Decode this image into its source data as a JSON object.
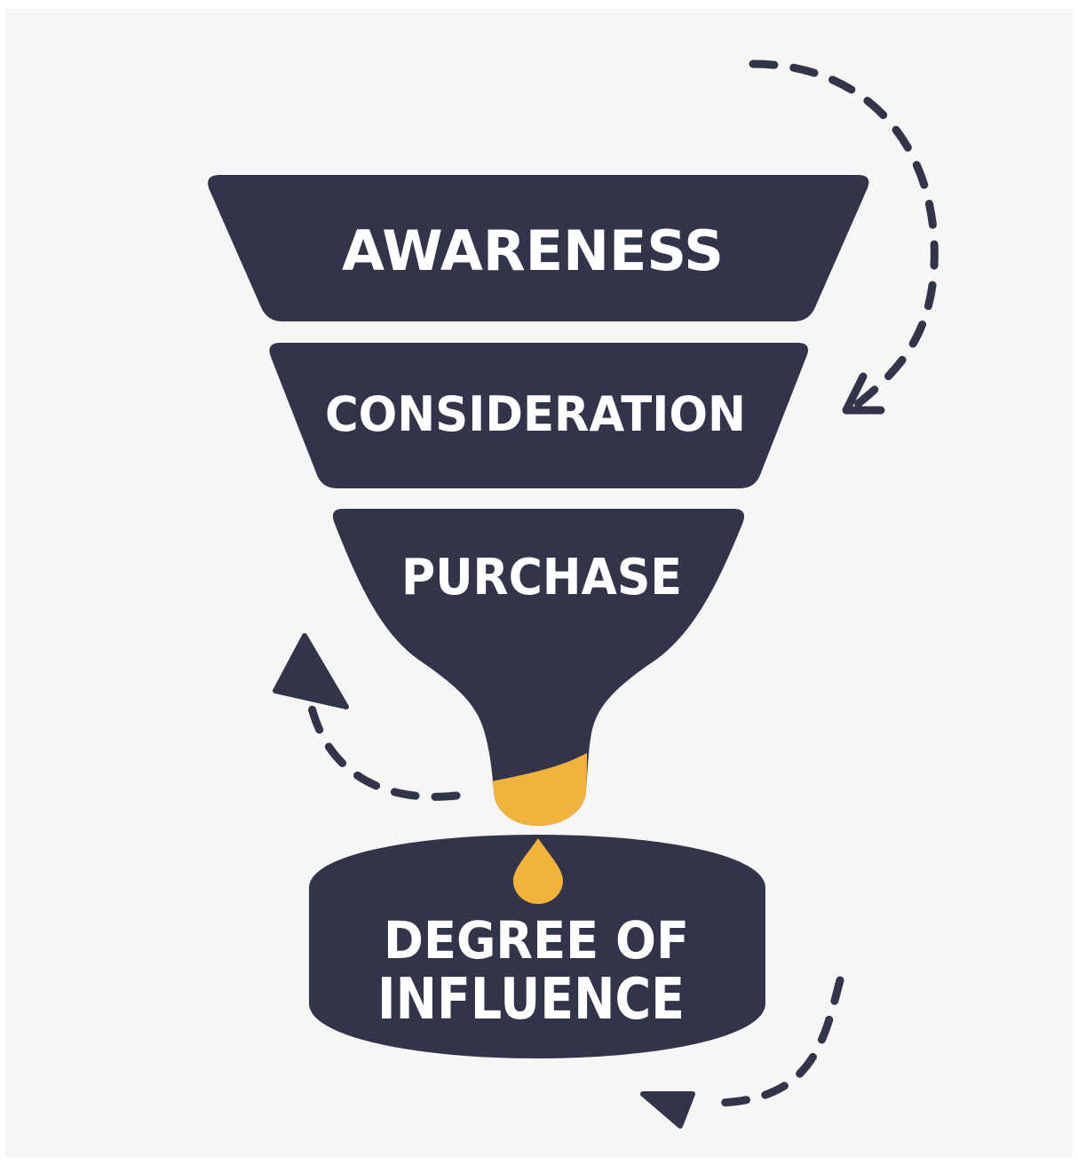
{
  "funnel": {
    "stages": [
      {
        "label": "AWARENESS"
      },
      {
        "label": "CONSIDERATION"
      },
      {
        "label": "PURCHASE"
      }
    ],
    "outcome": {
      "line1": "DEGREE OF",
      "line2": "INFLUENCE"
    }
  },
  "colors": {
    "background": "#f7f6f6",
    "funnel": "#32344a",
    "accent": "#f2b33d",
    "text": "#ffffff",
    "arrow": "#32344a"
  }
}
